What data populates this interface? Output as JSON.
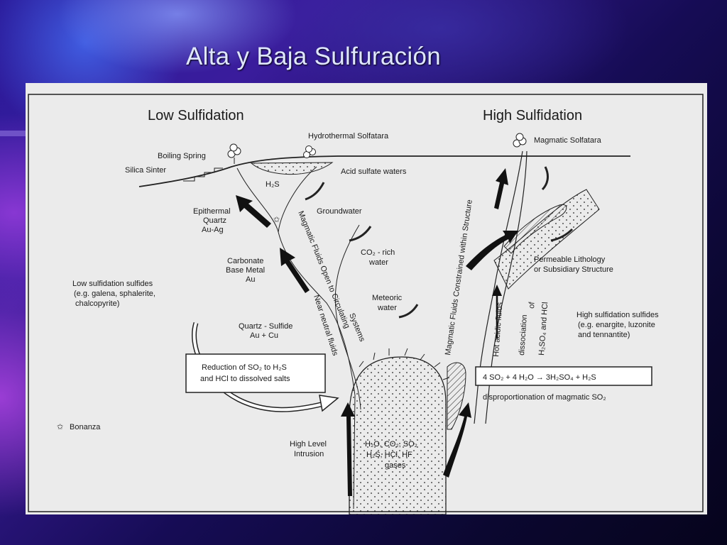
{
  "slide": {
    "title": "Alta y Baja Sulfuración"
  },
  "diagram": {
    "low_title": "Low Sulfidation",
    "high_title": "High Sulfidation",
    "hydrothermal_solfatara": "Hydrothermal Solfatara",
    "magmatic_solfatara": "Magmatic Solfatara",
    "boiling_spring": "Boiling Spring",
    "silica_sinter": "Silica Sinter",
    "acid_sulfate": "Acid sulfate waters",
    "h2s": "H₂S",
    "groundwater": "Groundwater",
    "epithermal": [
      "Epithermal",
      "Quartz",
      "Au-Ag"
    ],
    "magmatic_open": "Magmatic Fluids Open to Circulating",
    "systems": "Systems",
    "near_neutral": "Near neutral fluids",
    "co2_rich": [
      "CO₂ - rich",
      "water"
    ],
    "constrained": "Magmatic Fluids Constrained within Structure",
    "permeable": [
      "Permeable Lithology",
      "or Subsidiary Structure"
    ],
    "carbonate": [
      "Carbonate",
      "Base Metal",
      "Au"
    ],
    "low_sulfides": [
      "Low sulfidation sulfides",
      "(e.g. galena, sphalerite,",
      "chalcopyrite)"
    ],
    "meteoric": [
      "Meteoric",
      "water"
    ],
    "hot_acidic": "Hot acidic fluids",
    "dissociation": [
      "dissociation",
      "of",
      "H₂SO₄ and HCl"
    ],
    "high_sulfides": [
      "High sulfidation sulfides",
      "(e.g. enargite, luzonite",
      "and tennantite)"
    ],
    "quartz_sulfide": [
      "Quartz - Sulfide",
      "Au + Cu"
    ],
    "reduction": [
      "Reduction of SO₂ to H₂S",
      "and HCl to dissolved salts"
    ],
    "equation": "4 SO₂ + 4 H₂O → 3H₂SO₄ + H₂S",
    "disproportionation": "disproportionation of magmatic SO₂",
    "bonanza": "Bonanza",
    "intrusion": [
      "High Level",
      "Intrusion"
    ],
    "gases": [
      "H₂O, CO₂, SO₂",
      "H₂S, HCl, HF",
      "gases"
    ]
  }
}
